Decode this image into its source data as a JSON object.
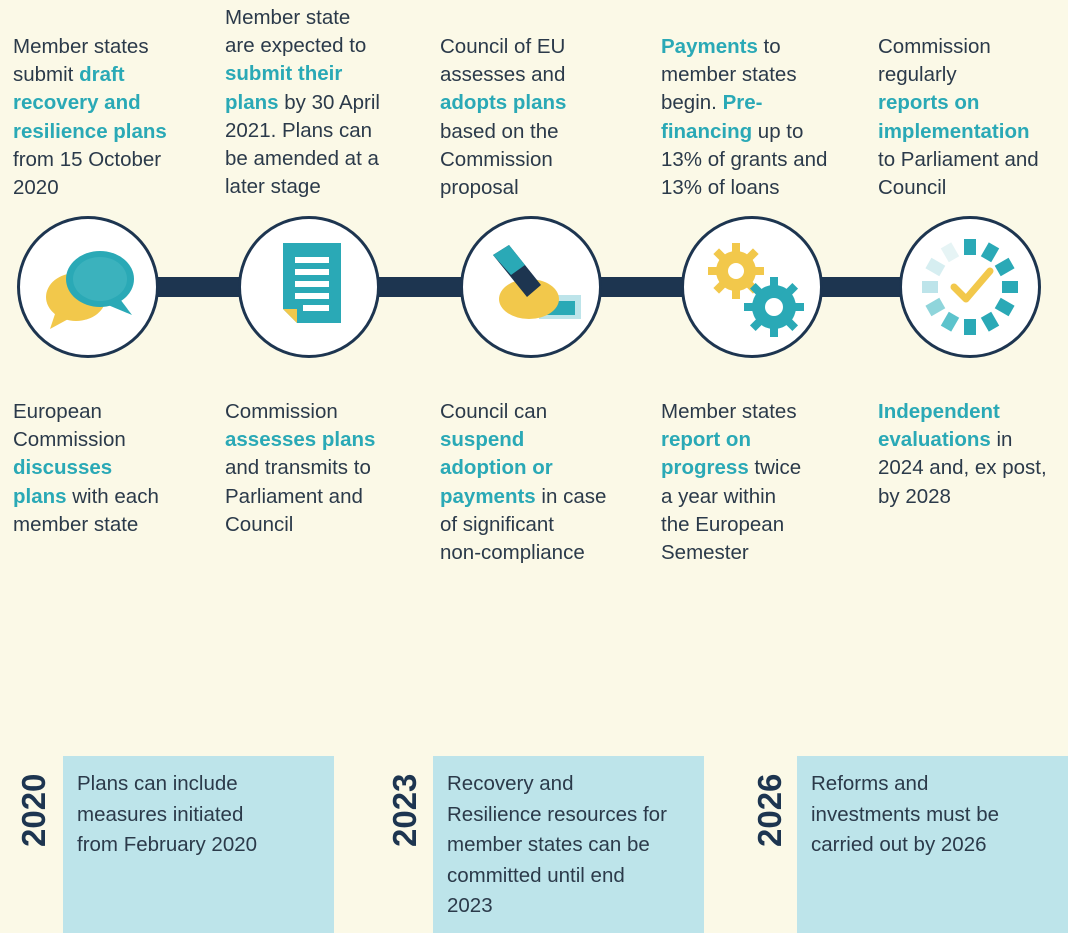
{
  "colors": {
    "background": "#fbf9e7",
    "accent": "#2aa9b6",
    "navy": "#1d3550",
    "note_box": "#bde4ea",
    "yellow": "#f2c84b"
  },
  "steps_top": [
    [
      "Member states",
      [
        "submit ",
        {
          "h": "draft"
        }
      ],
      [
        {
          "h": "recovery and"
        }
      ],
      [
        {
          "h": "resilience plans"
        }
      ],
      "from 15 October",
      "2020"
    ],
    [
      "Member state",
      "are expected to",
      [
        {
          "h": "submit their"
        }
      ],
      [
        {
          "h": "plans"
        },
        " by 30 April"
      ],
      "2021. Plans can",
      "be amended at a",
      "later stage"
    ],
    [
      "Council of EU",
      "assesses and",
      [
        {
          "h": "adopts plans"
        }
      ],
      "based on the",
      "Commission",
      "proposal"
    ],
    [
      [
        {
          "h": "Payments"
        },
        " to"
      ],
      "member states",
      [
        "begin. ",
        {
          "h": "Pre-"
        }
      ],
      [
        {
          "h": "financing"
        },
        " up to"
      ],
      "13% of grants and",
      "13% of loans"
    ],
    [
      "Commission",
      "regularly",
      [
        {
          "h": "reports on"
        }
      ],
      [
        {
          "h": "implementation"
        }
      ],
      "to Parliament and",
      "Council"
    ]
  ],
  "steps_bottom": [
    [
      "European",
      "Commission",
      [
        {
          "h": "discusses"
        }
      ],
      [
        {
          "h": "plans"
        },
        " with each"
      ],
      "member state"
    ],
    [
      "Commission",
      [
        {
          "h": "assesses plans"
        }
      ],
      "and transmits to",
      "Parliament and",
      "Council"
    ],
    [
      "Council can",
      [
        {
          "h": "suspend"
        }
      ],
      [
        {
          "h": "adoption or"
        }
      ],
      [
        {
          "h": "payments"
        },
        " in case"
      ],
      "of significant",
      "non-compliance"
    ],
    [
      "Member states",
      [
        {
          "h": "report on"
        }
      ],
      [
        {
          "h": "progress"
        },
        " twice"
      ],
      "a year within",
      "the European",
      "Semester"
    ],
    [
      [
        {
          "h": "Independent"
        }
      ],
      [
        {
          "h": "evaluations"
        },
        " in"
      ],
      "2024 and, ex post,",
      "by 2028"
    ]
  ],
  "icons": [
    "chat-bubbles-icon",
    "document-icon",
    "stamp-icon",
    "gears-icon",
    "progress-check-icon"
  ],
  "milestones": [
    {
      "year": "2020",
      "lines": [
        "Plans can include",
        "measures initiated",
        "from February 2020"
      ]
    },
    {
      "year": "2023",
      "lines": [
        "Recovery and",
        "Resilience resources for",
        "member states can be",
        "committed until end",
        "2023"
      ]
    },
    {
      "year": "2026",
      "lines": [
        "Reforms and",
        "investments must be",
        "carried out by 2026"
      ]
    }
  ]
}
